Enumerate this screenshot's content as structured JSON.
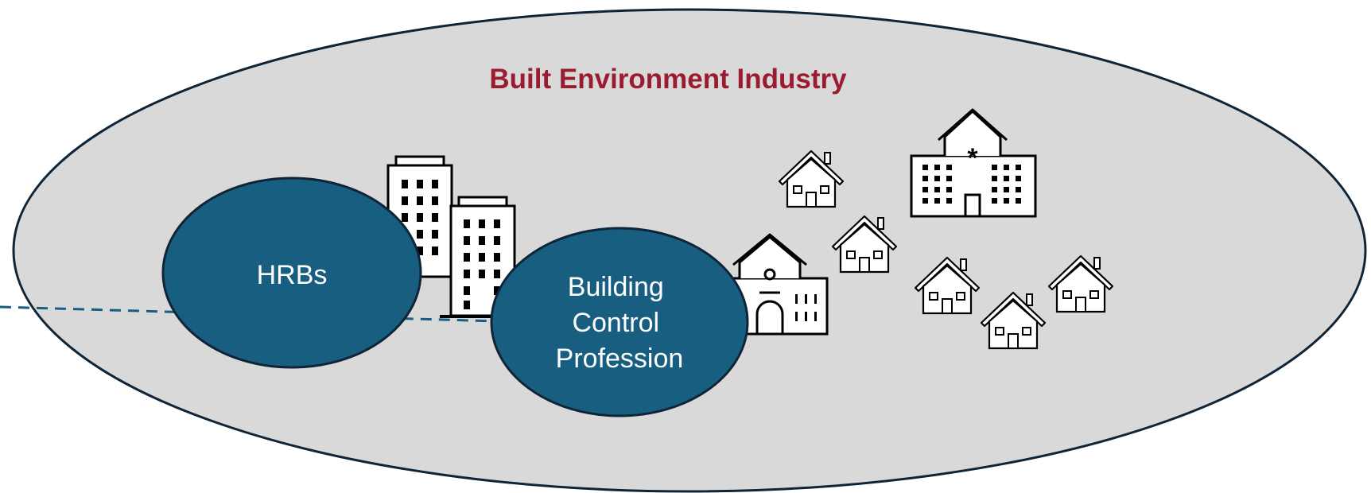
{
  "diagram": {
    "title": "Built Environment Industry",
    "hrbs_label": "HRBs",
    "bcp_label_lines": [
      "Building",
      "Control",
      "Profession"
    ]
  },
  "colors": {
    "outer_fill": "#d9d9d9",
    "outer_stroke": "#0f2537",
    "title": "#9b1c31",
    "inner_fill": "#185e80",
    "inner_stroke": "#0f2537",
    "dashed_line": "#185e80",
    "icon_stroke": "#000000"
  },
  "icons": [
    "office-towers-icon",
    "school-icon",
    "hospital-icon",
    "house-icon"
  ]
}
